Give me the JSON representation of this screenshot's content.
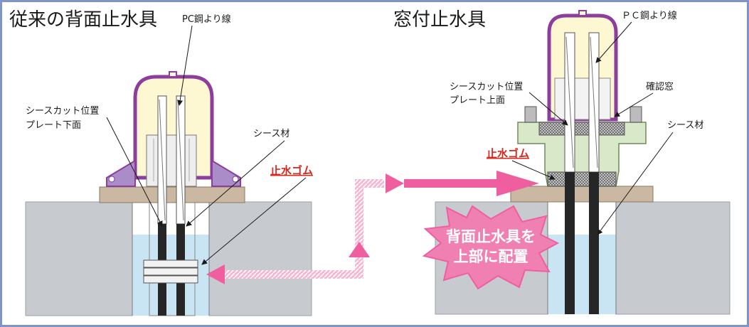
{
  "left": {
    "title": "従来の背面止水具",
    "pc_strand": "PC鋼より線",
    "cut_label_1": "シースカット位置",
    "cut_label_2": "プレート下面",
    "sheath": "シース材",
    "rubber": "止水ゴム"
  },
  "right": {
    "title": "窓付止水具",
    "pc_strand": "ＰＣ鋼より線",
    "cut_label_1": "シースカット位置",
    "cut_label_2": "プレート上面",
    "window": "確認窓",
    "sheath": "シース材",
    "rubber": "止水ゴム"
  },
  "callout": {
    "line1": "背面止水具を",
    "line2": "上部に配置"
  },
  "colors": {
    "frame": "#7f95c9",
    "concrete": "#c7cbd0",
    "water": "#c9e4f3",
    "plate": "#cbb8a3",
    "cap_fill": "#fdf7d2",
    "cap_border": "#8d3d9c",
    "anchor": "#d9e8c8",
    "strand": "#262626",
    "arrow": "#ef5fa0",
    "label_red": "#d8281e"
  }
}
